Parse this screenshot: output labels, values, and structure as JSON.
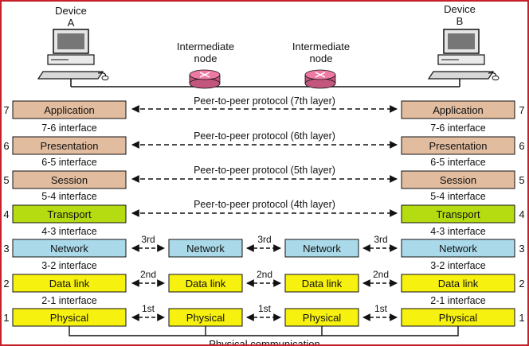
{
  "devices": {
    "a": {
      "line1": "Device",
      "line2": "A"
    },
    "b": {
      "line1": "Device",
      "line2": "B"
    }
  },
  "intermediate_nodes": [
    {
      "line1": "Intermediate",
      "line2": "node"
    },
    {
      "line1": "Intermediate",
      "line2": "node"
    }
  ],
  "layer_numbers": [
    "7",
    "6",
    "5",
    "4",
    "3",
    "2",
    "1"
  ],
  "end_layers": [
    "Application",
    "Presentation",
    "Session",
    "Transport",
    "Network",
    "Data link",
    "Physical"
  ],
  "interfaces": [
    "7-6 interface",
    "6-5 interface",
    "5-4 interface",
    "4-3 interface",
    "3-2 interface",
    "2-1 interface"
  ],
  "peer_protocols": [
    "Peer-to-peer protocol (7th layer)",
    "Peer-to-peer protocol (6th layer)",
    "Peer-to-peer protocol (5th layer)",
    "Peer-to-peer protocol (4th layer)"
  ],
  "hop_labels": {
    "network": "3rd",
    "datalink": "2nd",
    "physical": "1st"
  },
  "node_layers": [
    "Network",
    "Data link",
    "Physical"
  ],
  "footer": "Physical communication",
  "colors": {
    "upper": "#e2bc9e",
    "transport": "#b5dc10",
    "network": "#aadaea",
    "lower": "#f7f110",
    "router": "#ee7aa4",
    "border": "#c8202a"
  }
}
